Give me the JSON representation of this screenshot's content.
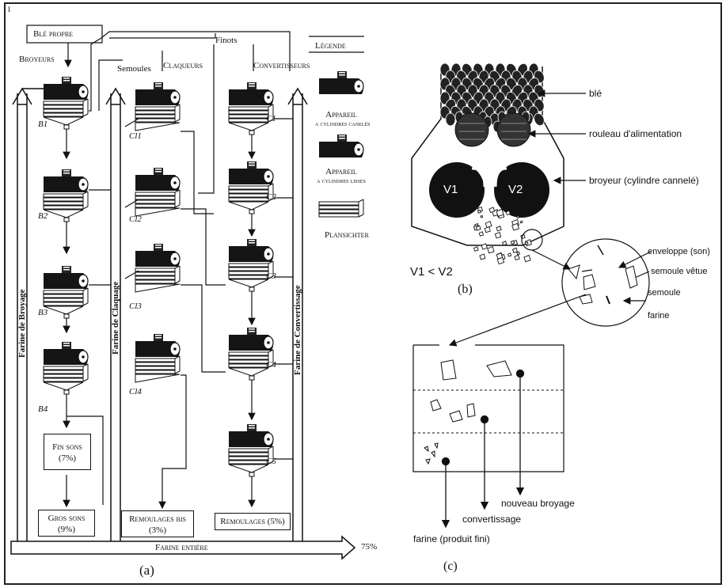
{
  "panel_a": {
    "label": "(a)",
    "stray_mark": "I",
    "ble_propre": "Blé propre",
    "broyeurs": "Broyeurs",
    "semoules": "Semoules",
    "claqueurs": "Claqueurs",
    "finots": "Finots",
    "convertisseurs": "Convertisseurs",
    "legende": "Légende",
    "legend_items": [
      {
        "line1": "Appareil",
        "line2": "a cylindres canelés"
      },
      {
        "line1": "Appareil",
        "line2": "a cylindres lisses"
      },
      {
        "line1": "Plansichter",
        "line2": ""
      }
    ],
    "b_labels": [
      "B1",
      "B2",
      "B3",
      "B4"
    ],
    "cl_labels": [
      "Cl1",
      "Cl2",
      "Cl3",
      "Cl4"
    ],
    "c_labels": [
      "C1",
      "C2",
      "C3",
      "C4",
      "C5"
    ],
    "farine_broyage": "Farine de Broyage",
    "farine_claquage": "Farine de Claquage",
    "farine_convertissage": "Farine de Convertissage",
    "fin_sons": {
      "line1": "Fin sons",
      "line2": "(7%)"
    },
    "gros_sons": {
      "line1": "Gros sons",
      "line2": "(9%)"
    },
    "remoulages_bis": {
      "line1": "Remoulages bis",
      "line2": "(3%)"
    },
    "remoulages": "Remoulages (5%)",
    "farine_entiere": "Farine entière",
    "pct_75": "75%"
  },
  "panel_b": {
    "label": "(b)",
    "ble": "blé",
    "rouleau": "rouleau d'alimentation",
    "broyeur": "broyeur (cylindre cannelé)",
    "v1": "V1",
    "v2": "V2",
    "v_relation": "V1 < V2",
    "enveloppe": "enveloppe (son)",
    "semoule_vetue": "semoule vêtue",
    "semoule": "semoule",
    "farine": "farine"
  },
  "panel_c": {
    "label": "(c)",
    "nouveau_broyage": "nouveau broyage",
    "convertissage": "convertissage",
    "farine_produit": "farine (produit fini)"
  }
}
